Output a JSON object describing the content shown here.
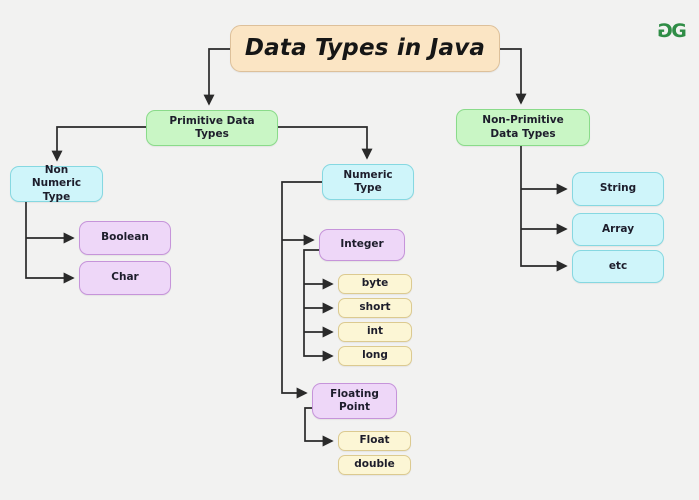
{
  "title": {
    "text": "Data Types in Java"
  },
  "logo": {
    "name": "geeksforgeeks-logo",
    "color": "#2f8d46"
  },
  "nodes": {
    "primitive": "Primitive Data Types",
    "non_primitive": "Non-Primitive Data Types",
    "non_numeric": "Non Numeric Type",
    "numeric": "Numeric Type",
    "boolean": "Boolean",
    "char": "Char",
    "integer": "Integer",
    "byte": "byte",
    "short": "short",
    "int": "int",
    "long": "long",
    "floating_point": "Floating Point",
    "float": "Float",
    "double": "double",
    "string": "String",
    "array": "Array",
    "etc": "etc"
  },
  "colors": {
    "background": "#f2f2f1",
    "line": "#2a2a2a",
    "title_fill": "#fbe5c4",
    "title_border": "#ddc09a",
    "green_fill": "#c9f6c5",
    "green_border": "#8adb8a",
    "cyan_fill": "#cff5fa",
    "cyan_border": "#86d8e1",
    "purple_fill": "#eed7f8",
    "purple_border": "#c694da",
    "yellow_fill": "#fcf6d5",
    "yellow_border": "#dcca90",
    "logo_green": "#2f8d46"
  }
}
